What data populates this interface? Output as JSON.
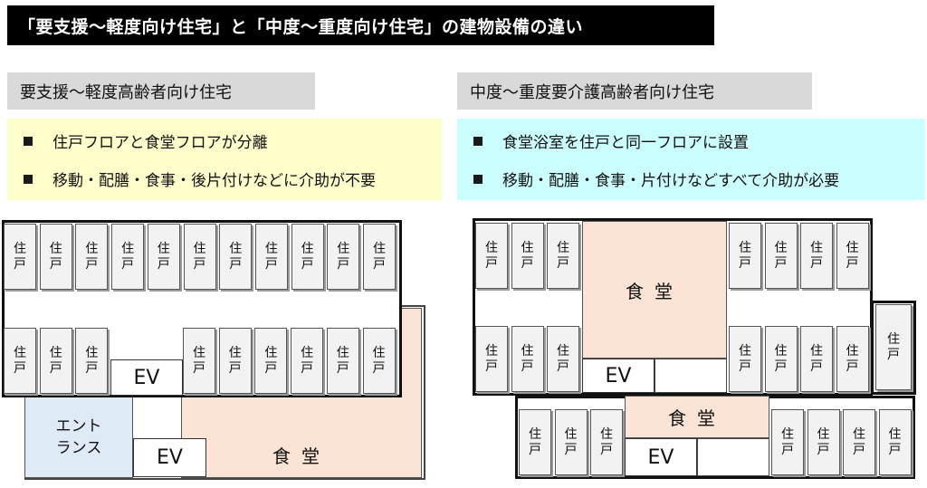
{
  "title": "「要支援～軽度向け住宅」と「中度～重度向け住宅」の建物設備の違い",
  "left": {
    "heading": "要支援～軽度高齢者向け住宅",
    "features": [
      "住戸フロアと食堂フロアが分離",
      "移動・配膳・食事・後片付けなどに介助が不要"
    ],
    "feature_bg": "#ffffcc",
    "unit_label": [
      "住",
      "戸"
    ],
    "ev_label": "EV",
    "entrance_label": [
      "エント",
      "ランス"
    ],
    "dining_label": "食堂",
    "dining_color": "#fbe4d5",
    "entrance_color": "#deebf7"
  },
  "right": {
    "heading": "中度～重度要介護高齢者向け住宅",
    "features": [
      "食堂浴室を住戸と同一フロアに設置",
      "移動・配膳・食事・片付けなどすべて介助が必要"
    ],
    "feature_bg": "#ccffff",
    "unit_label": [
      "住",
      "戸"
    ],
    "ev_label": "EV",
    "dining_label": "食堂"
  }
}
